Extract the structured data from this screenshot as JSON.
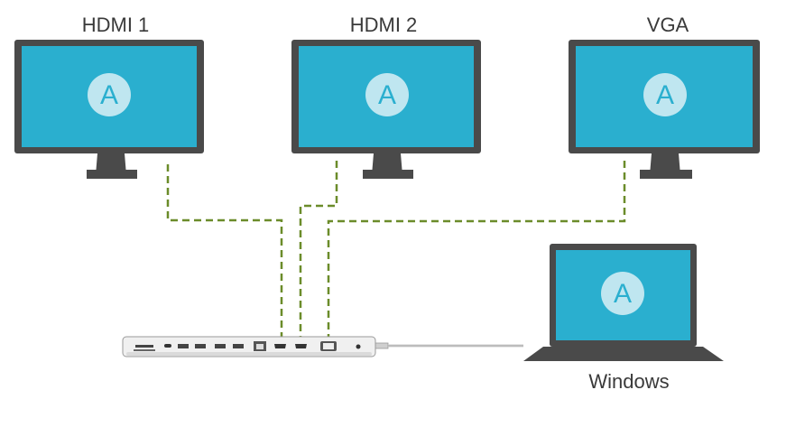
{
  "monitors": [
    {
      "label": "HDMI 1",
      "screen_letter": "A"
    },
    {
      "label": "HDMI 2",
      "screen_letter": "A"
    },
    {
      "label": "VGA",
      "screen_letter": "A"
    }
  ],
  "laptop": {
    "label": "Windows",
    "screen_letter": "A"
  },
  "colors": {
    "screen": "#2aafcf",
    "bezel": "#4a4a4a",
    "badge": "#bfe6f0",
    "cable": "#6b8c2a",
    "dock": "#e8e8e8"
  }
}
